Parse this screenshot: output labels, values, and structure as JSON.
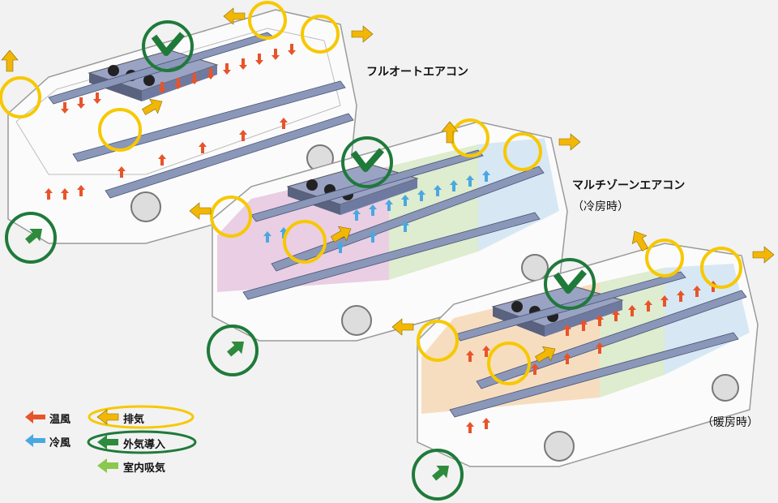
{
  "labels": {
    "full_auto": "フルオートエアコン",
    "multi_zone": "マルチゾーンエアコン",
    "cooling": "（冷房時）",
    "heating": "（暖房時）"
  },
  "legend": {
    "warm_air": "温風",
    "cool_air": "冷風",
    "exhaust": "排気",
    "fresh_air_intake": "外気導入",
    "cabin_intake": "室内吸気"
  },
  "colors": {
    "warm": "#e8542a",
    "cool": "#4aa8e0",
    "exhaust": "#f2b705",
    "exhaust_ring": "#f7c800",
    "intake_ring": "#1f7a3a",
    "intake_arrow": "#2e8b3d",
    "cabin_intake_arrow": "#8cc84b",
    "duct": "#8a97b8",
    "zone_pink": "#e6c3de",
    "zone_green": "#d7e8c4",
    "zone_blue": "#d3e6f3",
    "zone_orange": "#f6d6b0"
  },
  "icons": [
    "warm-air-arrow-icon",
    "cool-air-arrow-icon",
    "exhaust-arrow-icon",
    "fresh-air-arrow-icon",
    "cabin-intake-arrow-icon"
  ]
}
